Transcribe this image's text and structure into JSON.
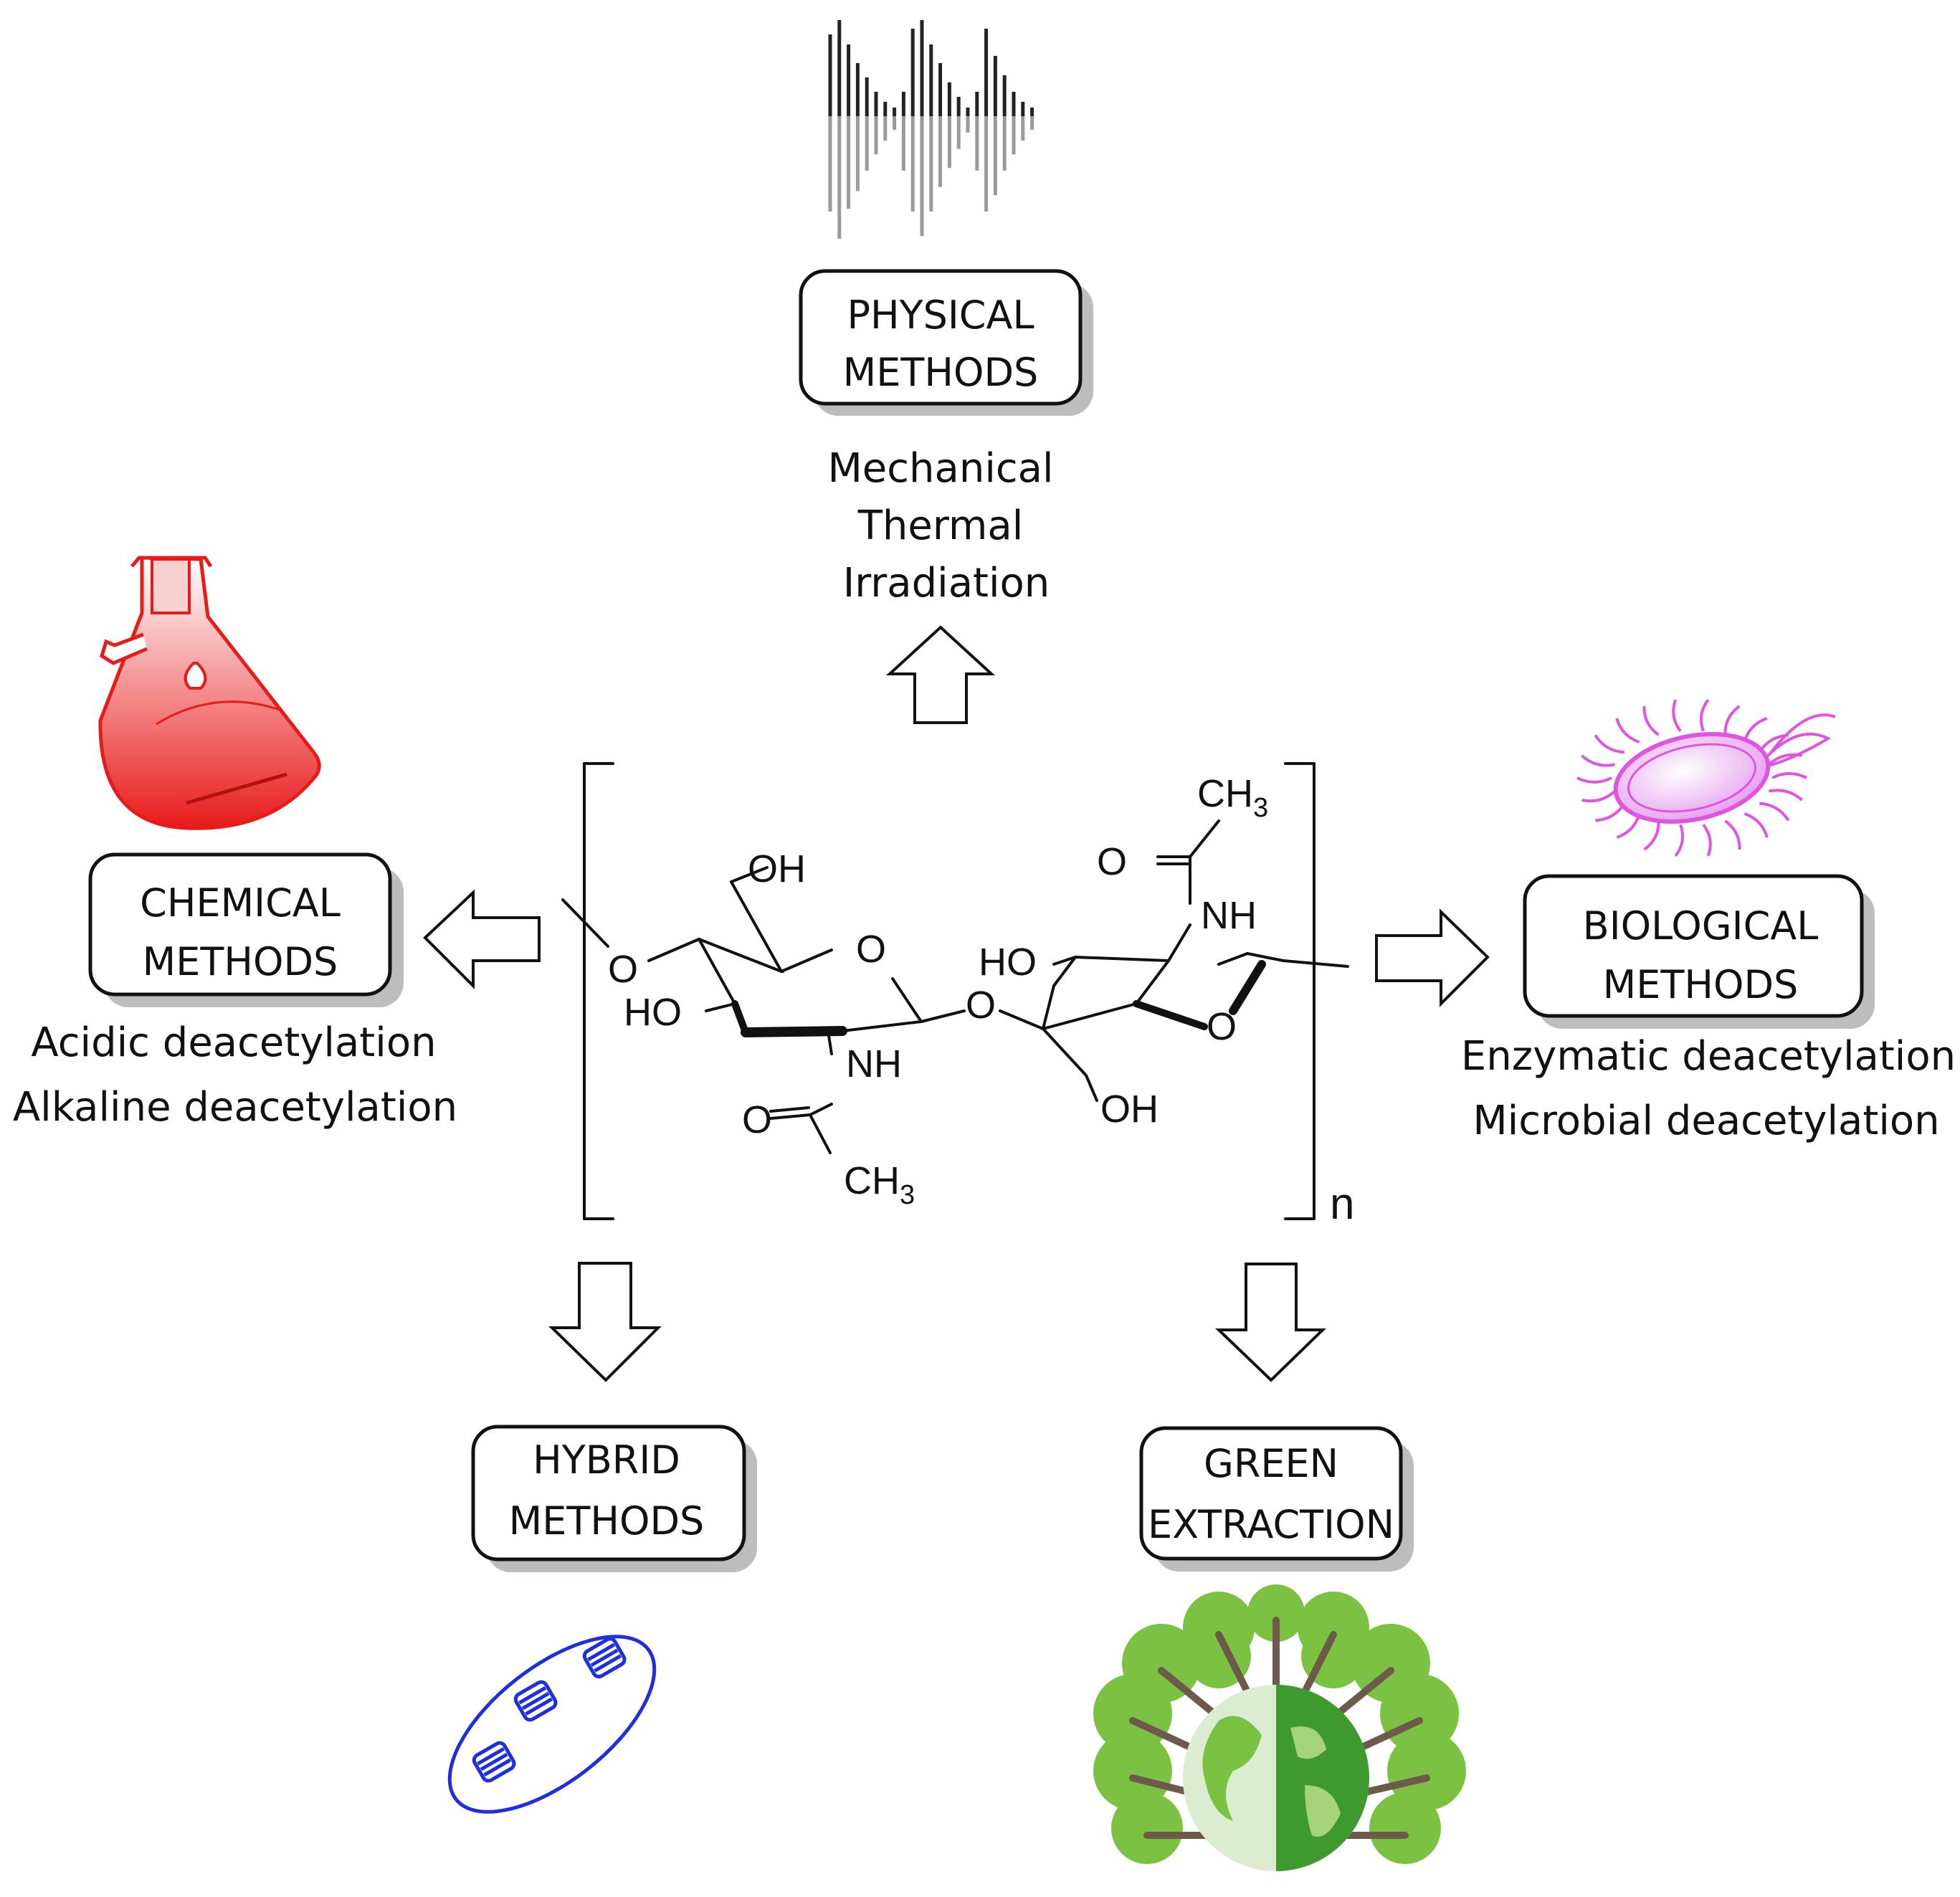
{
  "colors": {
    "line": "#111111",
    "shadow": "#bdbdbd",
    "flask_red": "#e81b1b",
    "bacterium_pink": "#e055e0",
    "hybrid_blue": "#1f2fe0",
    "tree_green": "#7cc242",
    "trunk_brown": "#6e5a4a",
    "globe_dark_green": "#3e9a2f",
    "globe_light": "#dcecd0"
  },
  "icons": {
    "physical": "sound-wave-icon",
    "chemical": "erlenmeyer-flask-icon",
    "biological": "bacterium-icon",
    "hybrid": "cell-organelle-icon",
    "green": "tree-globe-icon"
  },
  "physical": {
    "title_line1": "PHYSICAL",
    "title_line2": "METHODS",
    "items": [
      "Mechanical",
      "Thermal",
      "Irradiation"
    ]
  },
  "chemical": {
    "title_line1": "CHEMICAL",
    "title_line2": "METHODS",
    "items": [
      "Acidic deacetylation",
      "Alkaline deacetylation"
    ]
  },
  "biological": {
    "title_line1": "BIOLOGICAL",
    "title_line2": "METHODS",
    "items": [
      "Enzymatic deacetylation",
      "Microbial deacetylation"
    ]
  },
  "hybrid": {
    "title_line1": "HYBRID",
    "title_line2": "METHODS"
  },
  "green": {
    "title_line1": "GREEN",
    "title_line2": "EXTRACTION"
  },
  "structure": {
    "oh_top": "OH",
    "o_ring_left": "O",
    "o_glyco_left": "O",
    "ho_left": "HO",
    "nh_left": "NH",
    "o_carbonyl_left": "O",
    "ch3_left": "CH",
    "ch3_left_sub": "3",
    "o_bridge": "O",
    "ho_right": "HO",
    "o_ring_right": "O",
    "oh_bottom": "OH",
    "nh_right": "NH",
    "o_carbonyl_right": "O",
    "ch3_right": "CH",
    "ch3_right_sub": "3",
    "n_repeat": "n"
  }
}
